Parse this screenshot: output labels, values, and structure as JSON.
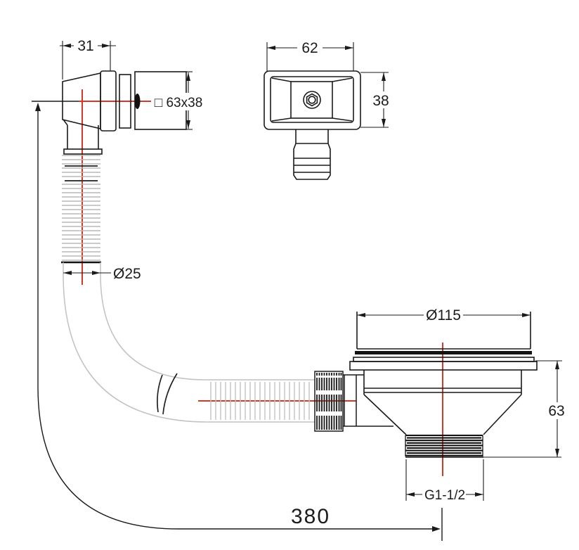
{
  "drawing": {
    "labels": {
      "elbow_width": "31",
      "elbow_body_square": "□ 63x38",
      "hose_outer_diameter": "Ø25",
      "overflow_plate_width": "62",
      "overflow_plate_height": "38",
      "strainer_diameter": "Ø115",
      "strainer_height": "63",
      "thread_size": "G1-1/2",
      "overall_length": "380"
    },
    "colors": {
      "line": "#1a1a1a",
      "centerline_red": "#d03a2b",
      "hose_gray": "#c2c2c2",
      "background": "#ffffff"
    }
  }
}
